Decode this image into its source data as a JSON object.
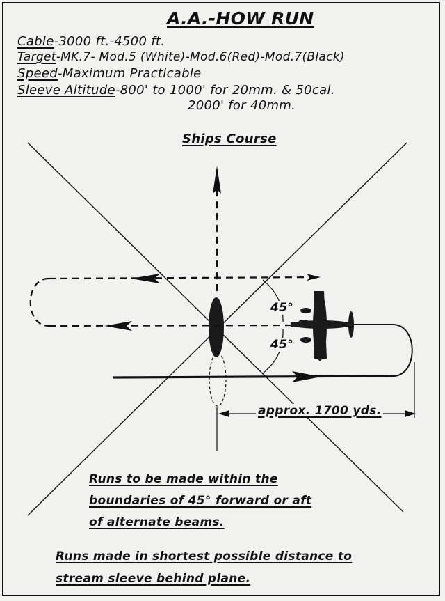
{
  "title": "A.A.-HOW RUN",
  "specs": {
    "cable_label": "Cable",
    "cable_value": "-3000 ft.-4500 ft.",
    "target_label": "Target",
    "target_value": "-MK.7- Mod.5 (White)-Mod.6(Red)-Mod.7(Black)",
    "speed_label": "Speed",
    "speed_value": "-Maximum Practicable",
    "sleeve_label": "Sleeve Altitude",
    "sleeve_value": "-800' to 1000' for 20mm. & 50cal.",
    "sleeve_value_2": "2000' for 40mm."
  },
  "diagram": {
    "ships_course": "Ships Course",
    "angle_forward": "45°",
    "angle_aft": "45°",
    "distance": "approx. 1700 yds."
  },
  "notes": {
    "line1": "Runs to be made within the",
    "line2": "boundaries of 45° forward or aft",
    "line3": "of alternate beams.",
    "line4": "Runs made in shortest possible distance to",
    "line5": "stream sleeve behind plane."
  }
}
